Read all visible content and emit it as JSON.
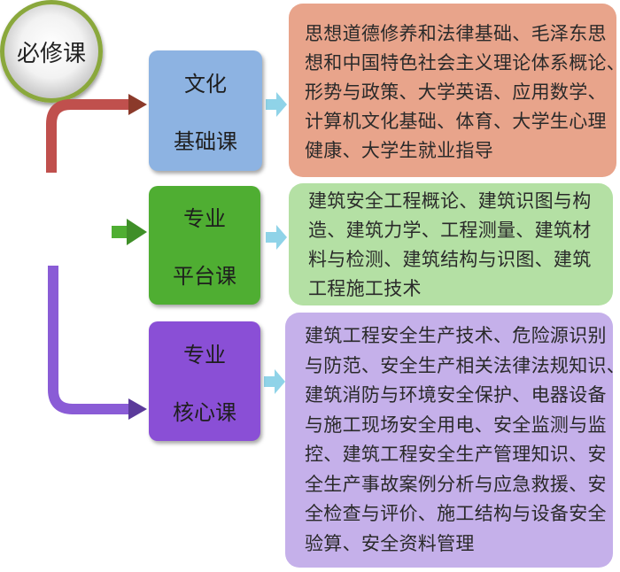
{
  "center": {
    "label": "必修课"
  },
  "categories": [
    {
      "line1": "文化",
      "line2": "基础课",
      "color": "#8db3e2",
      "lines": [
        "思想道德修养和法律基础、毛泽东思",
        "想和中国特色社会主义理论体系概论、",
        "形势与政策、大学英语、应用数学、",
        "计算机文化基础、体育、大学生心理",
        "健康、大学生就业指导"
      ],
      "detail_color": "#e8a48b"
    },
    {
      "line1": "专业",
      "line2": "平台课",
      "color": "#4fae32",
      "lines": [
        "建筑安全工程概论、建筑识图与构",
        "造、建筑力学、工程测量、建筑材",
        "料与检测、建筑结构与识图、建筑",
        "工程施工技术"
      ],
      "detail_color": "#b4e0a4"
    },
    {
      "line1": "专业",
      "line2": "核心课",
      "color": "#8a4fd6",
      "lines": [
        "建筑工程安全生产技术、危险源识别",
        "与防范、安全生产相关法律法规知识、",
        "建筑消防与环境安全保护、电器设备",
        "与施工现场安全用电、安全监测与监",
        "控、建筑工程安全生产管理知识、安",
        "全生产事故案例分析与应急救援、安",
        "全检查与评价、施工结构与设备安全",
        "验算、安全资料管理"
      ],
      "detail_color": "#c5b0ea"
    }
  ]
}
